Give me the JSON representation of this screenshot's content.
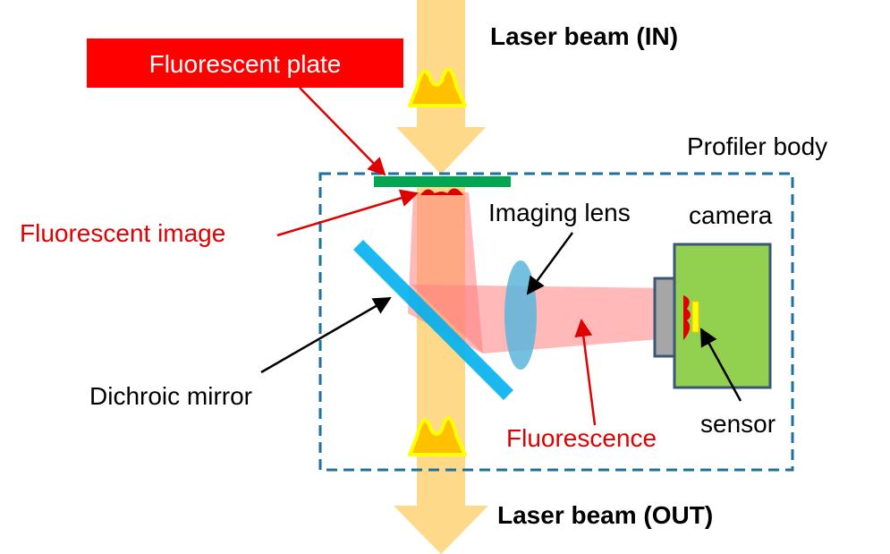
{
  "labels": {
    "laser_in": "Laser beam (IN)",
    "laser_out": "Laser beam (OUT)",
    "fluorescent_plate": "Fluorescent plate",
    "profiler_body": "Profiler body",
    "imaging_lens": "Imaging lens",
    "camera": "camera",
    "fluorescent_image": "Fluorescent image",
    "dichroic_mirror": "Dichroic mirror",
    "fluorescence": "Fluorescence",
    "sensor": "sensor"
  },
  "colors": {
    "beam": "#FFD98A",
    "plate_box": "#FF0000",
    "plate": "#00A651",
    "mirror": "#00B0F0",
    "lens": "#5BB5DC",
    "camera_body": "#92D050",
    "camera_border": "#3B5677",
    "sensor": "#FFFF00",
    "fluorescence_cone": "#FF8080",
    "profile": "#FFC000",
    "profile_outline": "#FFFF00",
    "enclosure": "#1F6F9F",
    "red_text": "#E00000"
  }
}
